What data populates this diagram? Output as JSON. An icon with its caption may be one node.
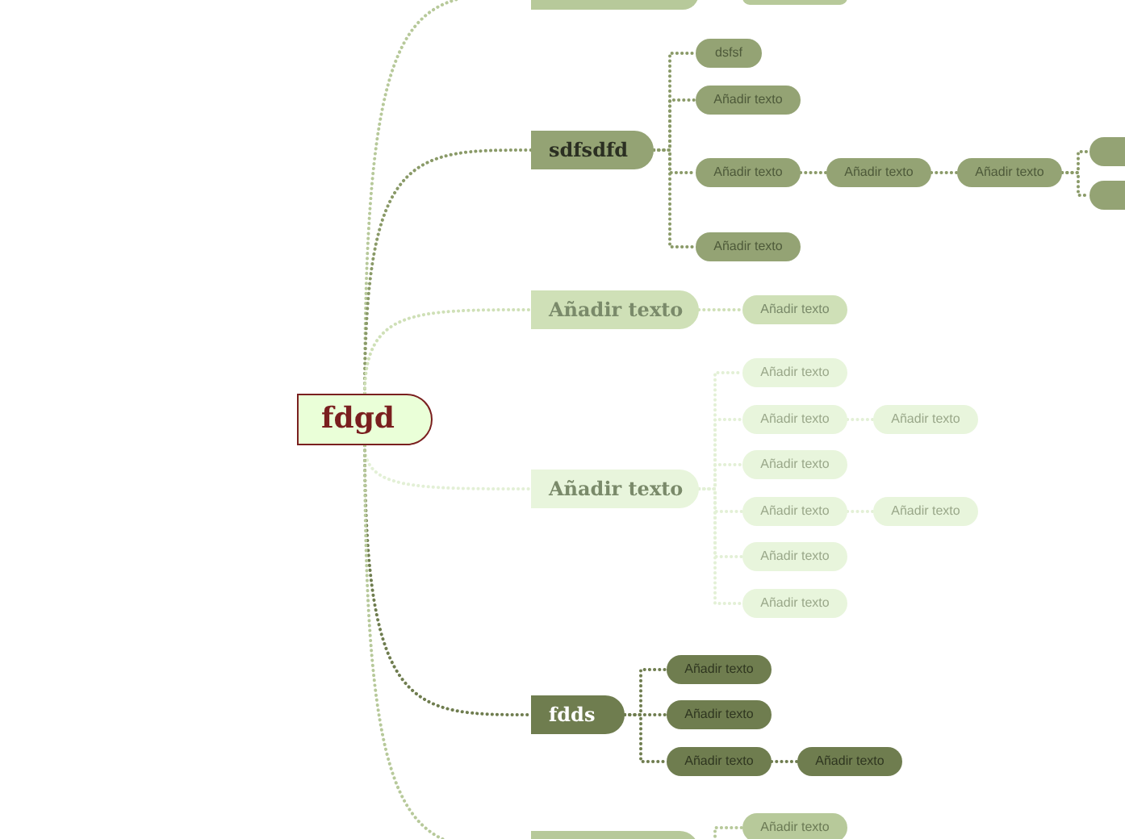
{
  "diagram": {
    "nodes": [
      {
        "text": [
          "fdgd"
        ]
      },
      {
        "text": [],
        "shape": "box"
      },
      {
        "text": [],
        "shape": "box"
      },
      {
        "text": [
          "sdfsdfd"
        ]
      },
      {
        "text": [
          "dsfsf"
        ]
      },
      {
        "text": [
          "Añadir texto"
        ]
      },
      {
        "text": [
          "Añadir texto"
        ]
      },
      {
        "text": [
          "Añadir texto"
        ]
      },
      {
        "text": [
          "Añadir texto"
        ]
      },
      {
        "text": [],
        "shape": "box"
      },
      {
        "text": [],
        "shape": "box"
      },
      {
        "text": [
          "Añadir texto"
        ]
      },
      {
        "text": [
          "Añadir texto"
        ]
      },
      {
        "text": [
          "Añadir texto"
        ]
      },
      {
        "text": [
          "Añadir texto"
        ]
      },
      {
        "text": [
          "Añadir texto"
        ]
      },
      {
        "text": [
          "Añadir texto"
        ]
      },
      {
        "text": [
          "Añadir texto"
        ]
      },
      {
        "text": [
          "Añadir texto"
        ]
      },
      {
        "text": [
          "Añadir texto"
        ]
      },
      {
        "text": [
          "Añadir texto"
        ]
      },
      {
        "text": [
          "Añadir texto"
        ]
      },
      {
        "text": [
          "Añadir texto"
        ]
      },
      {
        "text": [
          "fdds"
        ]
      },
      {
        "text": [
          "Añadir texto"
        ]
      },
      {
        "text": [
          "Añadir texto"
        ]
      },
      {
        "text": [
          "Añadir texto"
        ]
      },
      {
        "text": [
          "Añadir texto"
        ]
      },
      {
        "text": [],
        "shape": "box"
      },
      {
        "text": [
          "Añadir texto"
        ]
      }
    ],
    "edges": [
      {
        "from": 0,
        "to": 1,
        "arrow": "none",
        "color": "#b7c99a"
      },
      {
        "from": 0,
        "to": 3,
        "arrow": "none",
        "color": "#8a9a68"
      },
      {
        "from": 3,
        "to": 4,
        "arrow": "none",
        "color": "#8a9a68"
      },
      {
        "from": 3,
        "to": 5,
        "arrow": "none",
        "color": "#8a9a68"
      },
      {
        "from": 3,
        "to": 6,
        "arrow": "none",
        "color": "#8a9a68"
      },
      {
        "from": 6,
        "to": 7,
        "arrow": "none",
        "color": "#8a9a68"
      },
      {
        "from": 7,
        "to": 8,
        "arrow": "none",
        "color": "#8a9a68"
      },
      {
        "from": 8,
        "to": 9,
        "arrow": "none",
        "color": "#8a9a68"
      },
      {
        "from": 8,
        "to": 10,
        "arrow": "none",
        "color": "#8a9a68"
      },
      {
        "from": 3,
        "to": 11,
        "arrow": "none",
        "color": "#8a9a68"
      },
      {
        "from": 0,
        "to": 12,
        "arrow": "none",
        "color": "#cfe0b7"
      },
      {
        "from": 12,
        "to": 13,
        "arrow": "none",
        "color": "#cfe0b7"
      },
      {
        "from": 0,
        "to": 14,
        "arrow": "none",
        "color": "#e3f0d6"
      },
      {
        "from": 14,
        "to": 15,
        "arrow": "none",
        "color": "#e3f0d6"
      },
      {
        "from": 14,
        "to": 16,
        "arrow": "none",
        "color": "#e3f0d6"
      },
      {
        "from": 14,
        "to": 17,
        "arrow": "none",
        "color": "#e3f0d6"
      },
      {
        "from": 14,
        "to": 18,
        "arrow": "none",
        "color": "#e3f0d6"
      },
      {
        "from": 14,
        "to": 19,
        "arrow": "none",
        "color": "#e3f0d6"
      },
      {
        "from": 14,
        "to": 20,
        "arrow": "none",
        "color": "#e3f0d6"
      },
      {
        "from": 16,
        "to": 21,
        "arrow": "none",
        "color": "#e3f0d6"
      },
      {
        "from": 18,
        "to": 22,
        "arrow": "none",
        "color": "#e3f0d6"
      },
      {
        "from": 0,
        "to": 23,
        "arrow": "none",
        "color": "#6f7d4f"
      },
      {
        "from": 23,
        "to": 24,
        "arrow": "none",
        "color": "#6f7d4f"
      },
      {
        "from": 23,
        "to": 25,
        "arrow": "none",
        "color": "#6f7d4f"
      },
      {
        "from": 23,
        "to": 26,
        "arrow": "none",
        "color": "#6f7d4f"
      },
      {
        "from": 26,
        "to": 27,
        "arrow": "none",
        "color": "#6f7d4f"
      },
      {
        "from": 0,
        "to": 28,
        "arrow": "none",
        "color": "#b7c99a"
      },
      {
        "from": 28,
        "to": 29,
        "arrow": "none",
        "color": "#b7c99a"
      }
    ]
  }
}
